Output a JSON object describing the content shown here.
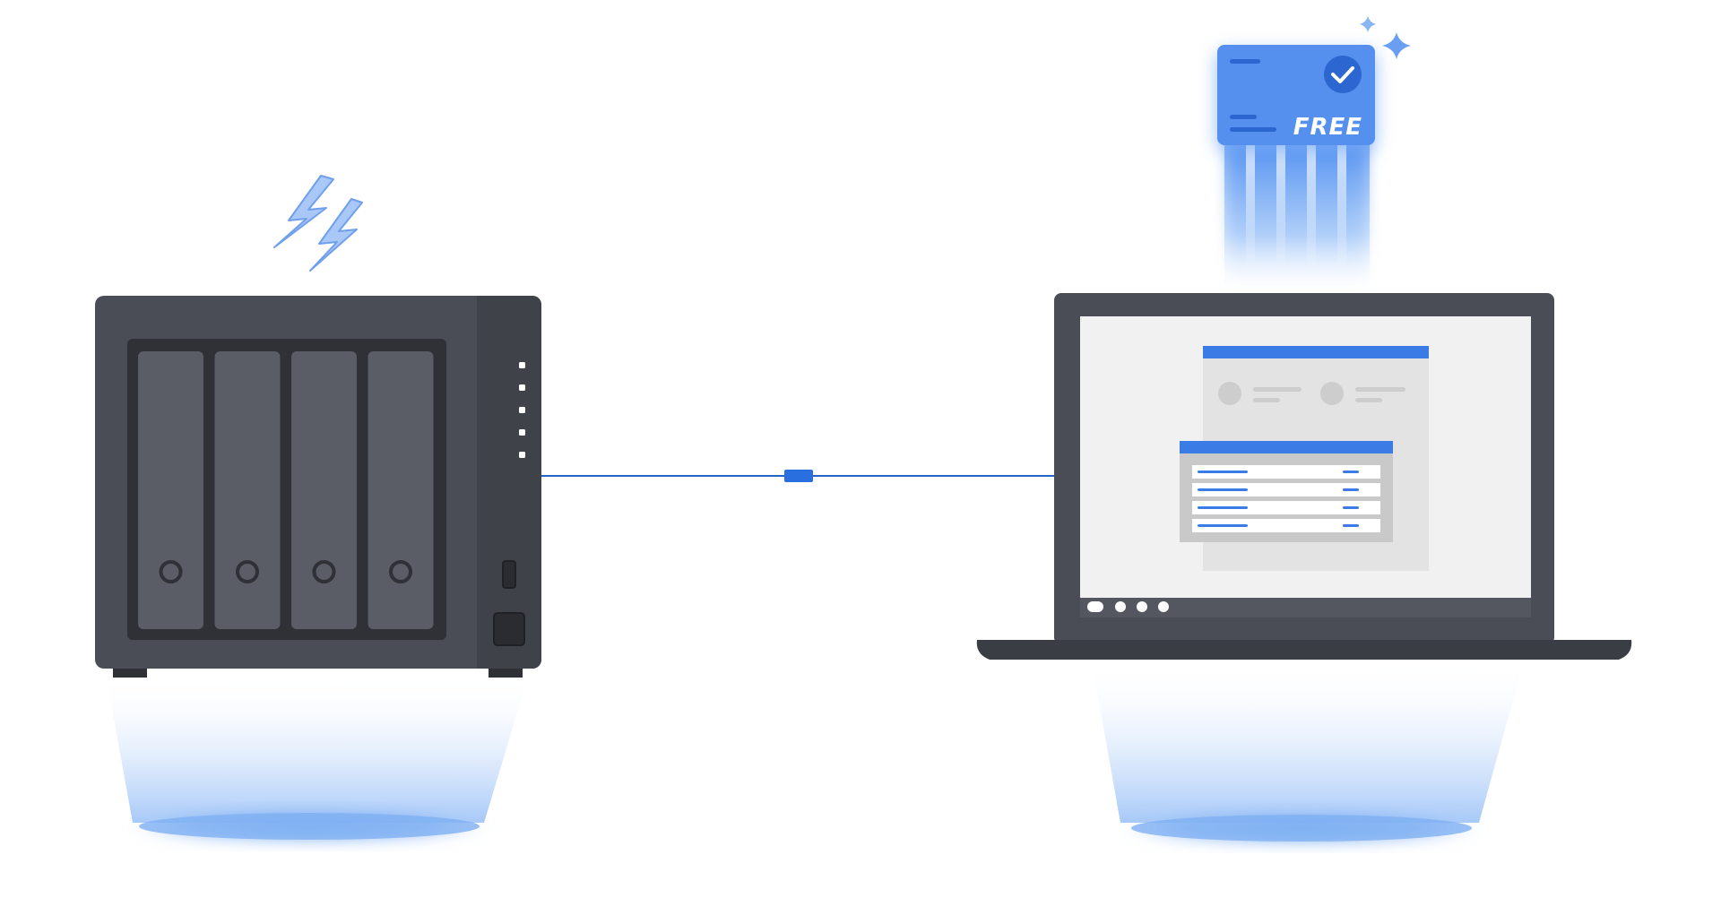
{
  "license_card": {
    "label": "FREE"
  },
  "nas": {
    "drive_bay_count": 4,
    "status_led_count": 5
  },
  "laptop": {
    "taskbar_dot_count": 4
  },
  "colors": {
    "accent_blue": "#3b7be6",
    "glow_blue": "#6aa3f5",
    "device_dark": "#4a4d55",
    "device_darker": "#3a3d44",
    "drive_gray": "#5a5d65",
    "screen_bg": "#f1f1f1",
    "window_gray": "#e2e2e2",
    "cable_blue": "#2563c9"
  },
  "icons": {
    "power": "lightning-bolt-icon",
    "verified": "check-circle-icon",
    "sparkle": "sparkle-icon"
  }
}
